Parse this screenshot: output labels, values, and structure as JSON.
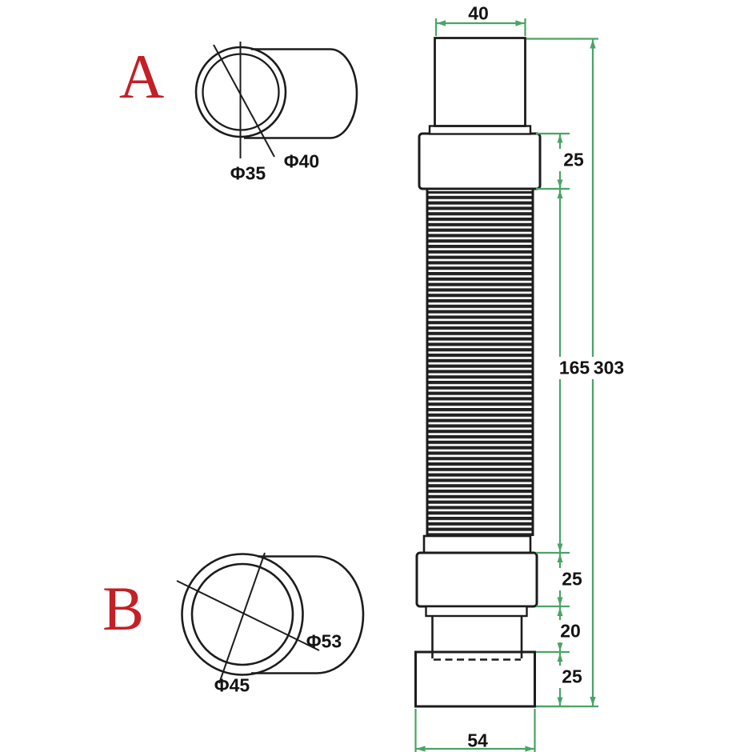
{
  "drawing_title": "flexible-drain-pipe-technical-drawing",
  "views": {
    "a": {
      "label": "A",
      "inner_diameter": "Φ35",
      "outer_diameter": "Φ40"
    },
    "b": {
      "label": "B",
      "inner_diameter": "Φ45",
      "outer_diameter": "Φ53"
    }
  },
  "front_view": {
    "dimensions": {
      "top_width": "40",
      "top_coupling_height": "25",
      "corrugated_length": "165",
      "overall_length": "303",
      "bottom_coupling_height": "25",
      "outlet_height": "20",
      "end_cap_height": "25",
      "bottom_width": "54"
    }
  },
  "colors": {
    "dimension_line": "#49a465",
    "outline": "#1c1c1c",
    "view_label": "#c32027",
    "background": "#ffffff"
  }
}
